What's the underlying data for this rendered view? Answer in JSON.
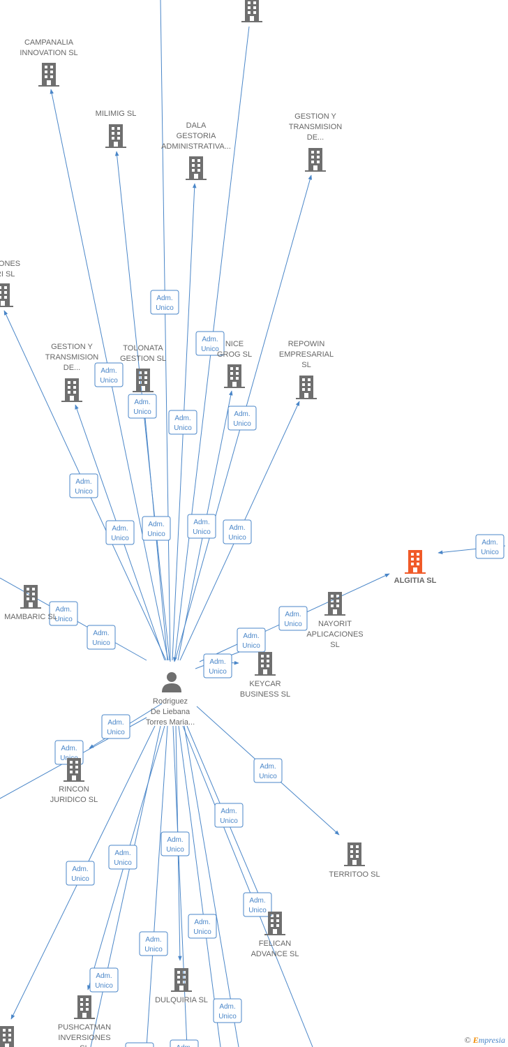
{
  "center": {
    "name": "Rodriguez De Liebana Torres Maria...",
    "lines": [
      "Rodriguez",
      "De Liebana",
      "Torres Maria..."
    ]
  },
  "edge_label": [
    "Adm.",
    "Unico"
  ],
  "companies": [
    {
      "id": "top",
      "lines": []
    },
    {
      "id": "campanalia",
      "lines": [
        "CAMPANALIA",
        "INNOVATION  SL"
      ]
    },
    {
      "id": "milimig",
      "lines": [
        "MILIMIG  SL"
      ]
    },
    {
      "id": "dala",
      "lines": [
        "DALA",
        "GESTORIA",
        "ADMINISTRATIVA..."
      ]
    },
    {
      "id": "gestion_top",
      "lines": [
        "GESTION Y",
        "TRANSMISION",
        "DE..."
      ]
    },
    {
      "id": "cciones",
      "lines": [
        "CCIONES",
        "ARI SL"
      ]
    },
    {
      "id": "gestion_mid",
      "lines": [
        "GESTION Y",
        "TRANSMISION",
        "DE..."
      ]
    },
    {
      "id": "tolonata",
      "lines": [
        "TOLONATA",
        "GESTION  SL"
      ]
    },
    {
      "id": "nice",
      "lines": [
        "NICE",
        "GROG  SL"
      ]
    },
    {
      "id": "repowin",
      "lines": [
        "REPOWIN",
        "EMPRESARIAL",
        "SL"
      ]
    },
    {
      "id": "algitia",
      "lines": [
        "ALGITIA  SL"
      ],
      "highlight": true
    },
    {
      "id": "mambaric",
      "lines": [
        "MAMBARIC  SL"
      ]
    },
    {
      "id": "nayorit",
      "lines": [
        "NAYORIT",
        "APLICACIONES",
        "SL"
      ]
    },
    {
      "id": "keycar",
      "lines": [
        "KEYCAR",
        "BUSINESS  SL"
      ]
    },
    {
      "id": "rincon",
      "lines": [
        "RINCON",
        "JURIDICO SL"
      ]
    },
    {
      "id": "territoo",
      "lines": [
        "TERRITOO  SL"
      ]
    },
    {
      "id": "felican",
      "lines": [
        "FELICAN",
        "ADVANCE  SL"
      ]
    },
    {
      "id": "dulquiria",
      "lines": [
        "DULQUIRIA  SL"
      ]
    },
    {
      "id": "pushcatman",
      "lines": [
        "PUSHCATMAN",
        "INVERSIONES",
        "SL"
      ]
    },
    {
      "id": "bottom_left",
      "lines": []
    }
  ],
  "colors": {
    "edge": "#4a86c8",
    "building": "#6f6f6f",
    "highlight": "#f05a28",
    "person": "#6f6f6f",
    "label": "#666666"
  },
  "watermark": {
    "symbol": "©",
    "brand_initial": "E",
    "brand_rest": "mpresia"
  }
}
